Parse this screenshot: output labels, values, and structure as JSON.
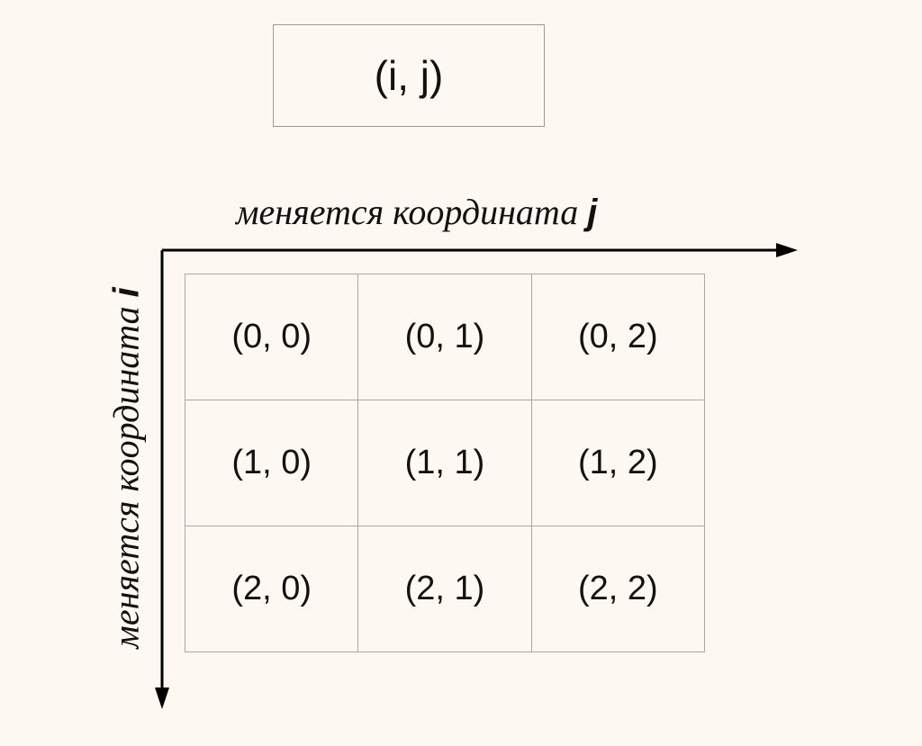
{
  "title": "(i, j)",
  "axis_j": {
    "text": "меняется координата",
    "var": "j"
  },
  "axis_i": {
    "text": "меняется координата",
    "var": "i"
  },
  "grid": {
    "rows": [
      [
        "(0, 0)",
        "(0, 1)",
        "(0, 2)"
      ],
      [
        "(1, 0)",
        "(1, 1)",
        "(1, 2)"
      ],
      [
        "(2, 0)",
        "(2, 1)",
        "(2, 2)"
      ]
    ]
  },
  "colors": {
    "background": "#fdf8f1",
    "grid_line": "#a8a8a8",
    "axis": "#000000"
  }
}
